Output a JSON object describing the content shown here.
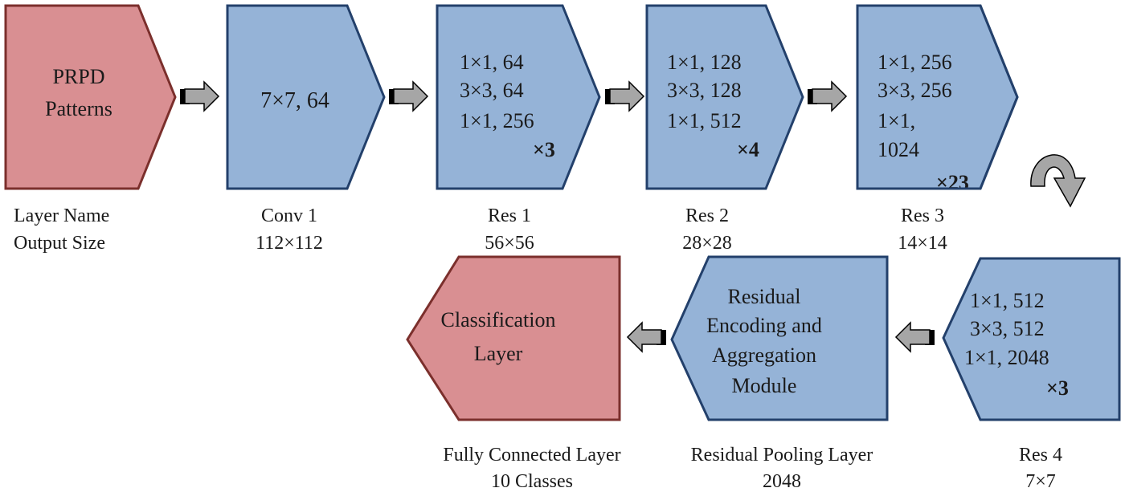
{
  "colors": {
    "pink_fill": "#d98f92",
    "pink_stroke": "#7b2f2c",
    "blue_fill": "#95b3d7",
    "blue_stroke": "#23406b",
    "arrow_fill": "#a6a6a6",
    "arrow_stroke": "#000000"
  },
  "blocks": {
    "input": {
      "line1": "PRPD",
      "line2": "Patterns"
    },
    "conv1": {
      "line1": "7×7, 64"
    },
    "res1": {
      "line1": "1×1, 64",
      "line2": "3×3, 64",
      "line3": "1×1, 256",
      "repeat": "×3"
    },
    "res2": {
      "line1": "1×1, 128",
      "line2": "3×3, 128",
      "line3": "1×1, 512",
      "repeat": "×4"
    },
    "res3": {
      "line1": "1×1, 256",
      "line2": "3×3, 256",
      "line3": "1×1,",
      "line4": "1024",
      "repeat": "×23"
    },
    "res4": {
      "line1": "1×1, 512",
      "line2": "3×3, 512",
      "line3": "1×1, 2048",
      "repeat": "×3"
    },
    "reem": {
      "line1": "Residual",
      "line2": "Encoding and",
      "line3": "Aggregation",
      "line4": "Module"
    },
    "cls": {
      "line1": "Classification",
      "line2": "Layer"
    }
  },
  "captions": {
    "legend": {
      "name": "Layer Name",
      "size": "Output Size"
    },
    "conv1": {
      "name": "Conv 1",
      "size": "112×112"
    },
    "res1": {
      "name": "Res 1",
      "size": "56×56"
    },
    "res2": {
      "name": "Res 2",
      "size": "28×28"
    },
    "res3": {
      "name": "Res 3",
      "size": "14×14"
    },
    "res4": {
      "name": "Res 4",
      "size": "7×7"
    },
    "pool": {
      "name": "Residual Pooling Layer",
      "size": "2048"
    },
    "fc": {
      "name": "Fully Connected Layer",
      "size": "10 Classes"
    }
  }
}
